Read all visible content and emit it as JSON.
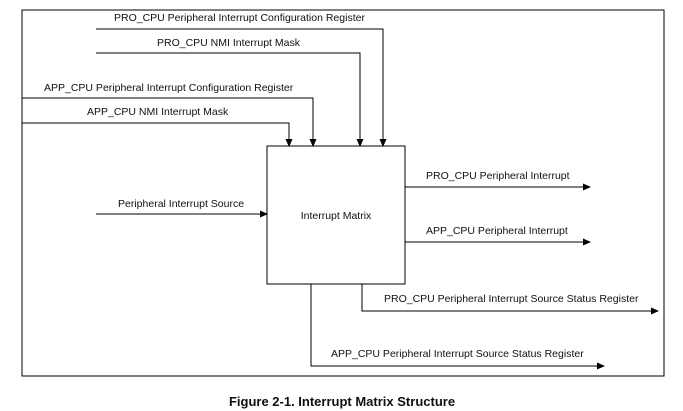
{
  "diagram": {
    "center_block": "Interrupt Matrix",
    "inputs_top": [
      "PRO_CPU Peripheral Interrupt Configuration Register",
      "PRO_CPU NMI Interrupt Mask",
      "APP_CPU Peripheral Interrupt Configuration Register",
      "APP_CPU NMI Interrupt Mask"
    ],
    "input_left": "Peripheral Interrupt Source",
    "outputs_right": [
      "PRO_CPU Peripheral Interrupt",
      "APP_CPU Peripheral Interrupt"
    ],
    "outputs_bottom": [
      "PRO_CPU Peripheral Interrupt Source Status Register",
      "APP_CPU Peripheral Interrupt Source Status Register"
    ]
  },
  "caption": "Figure 2-1. Interrupt Matrix Structure"
}
